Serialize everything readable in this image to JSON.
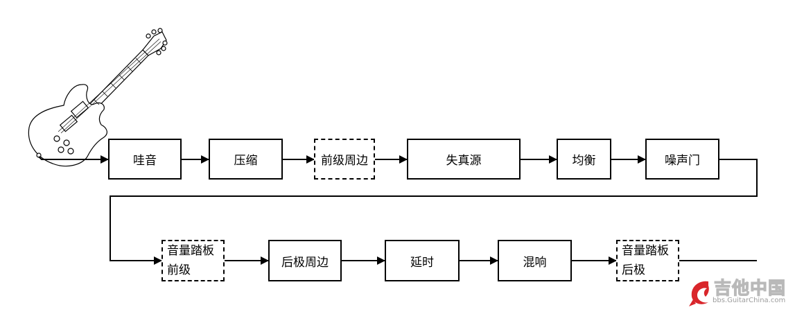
{
  "nodes": [
    {
      "id": "wah",
      "label": "哇音",
      "style": "solid"
    },
    {
      "id": "compressor",
      "label": "压缩",
      "style": "solid"
    },
    {
      "id": "pre-fx",
      "label": "前级周边",
      "style": "dashed"
    },
    {
      "id": "distortion",
      "label": "失真源",
      "style": "solid"
    },
    {
      "id": "eq",
      "label": "均衡",
      "style": "solid"
    },
    {
      "id": "noise-gate",
      "label": "噪声门",
      "style": "solid"
    },
    {
      "id": "volume-pre",
      "label_lines": [
        "音量踏板",
        "前级"
      ],
      "style": "dashed"
    },
    {
      "id": "post-fx",
      "label": "后极周边",
      "style": "solid"
    },
    {
      "id": "delay",
      "label": "延时",
      "style": "solid"
    },
    {
      "id": "reverb",
      "label": "混响",
      "style": "solid"
    },
    {
      "id": "volume-post",
      "label_lines": [
        "音量踏板",
        "后极"
      ],
      "style": "dashed"
    }
  ],
  "watermark": {
    "title": "吉他中国",
    "subtitle": "bbs.GuitarChina.com",
    "color": "#d9262b"
  },
  "icons": [
    "guitar-icon",
    "arrow-head-icon",
    "dragon-logo-icon"
  ]
}
